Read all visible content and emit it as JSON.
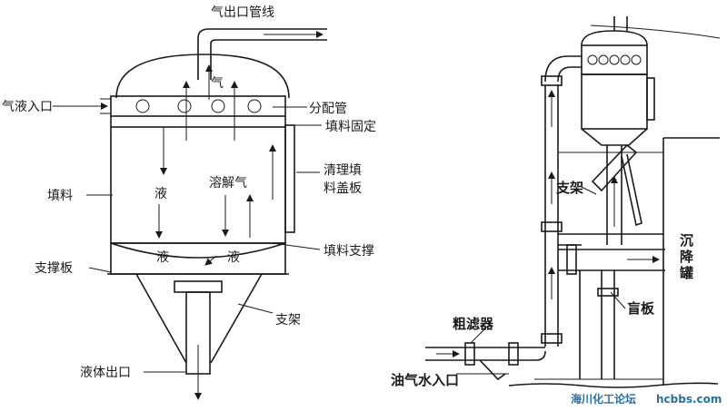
{
  "left_diagram": {
    "labels": {
      "gas_outlet": "气出口管线",
      "gas_flow": "气",
      "gas_liquid_inlet": "气液入口",
      "distributor": "分配管",
      "packing_fix": "填料固定",
      "cleanout_cover_l1": "清理填",
      "cleanout_cover_l2": "料盖板",
      "packing": "填料",
      "liquid_1": "液",
      "dissolved_gas": "溶解气",
      "liquid_2": "液",
      "liquid_3": "液",
      "packing_support": "填料支撑",
      "support_plate": "支撑板",
      "bracket": "支架",
      "liquid_outlet": "液体出口"
    }
  },
  "right_diagram": {
    "labels": {
      "bracket": "支架",
      "settling_l1": "沉",
      "settling_l2": "降",
      "settling_l3": "罐",
      "blind_plate": "盲板",
      "coarse_filter": "粗滤器",
      "oil_gas_water_inlet": "油气水入口"
    }
  },
  "watermark": {
    "name": "海川化工论坛",
    "site": "hcbbs.com"
  },
  "colors": {
    "line": "#1a1a1a",
    "watermark": "#2a6f9e",
    "background": "#ffffff"
  }
}
